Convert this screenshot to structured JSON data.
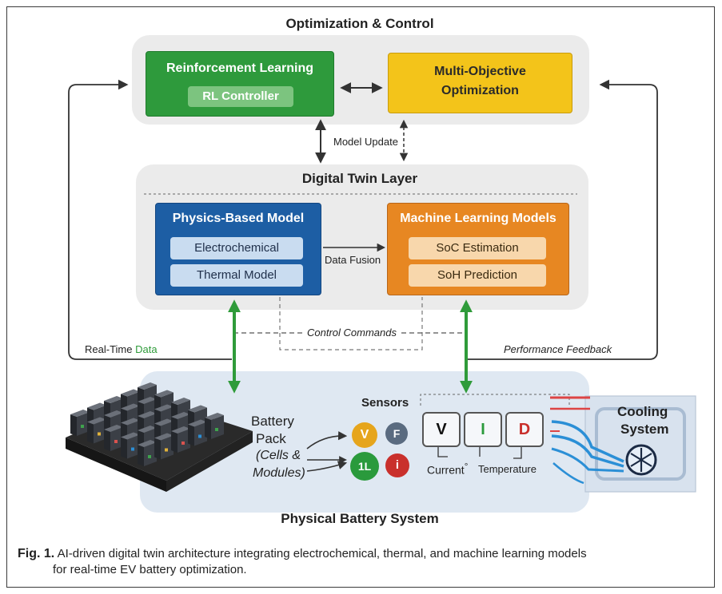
{
  "titles": {
    "optimization": "Optimization & Control",
    "digital_twin": "Digital Twin Layer",
    "physical": "Physical Battery System"
  },
  "rl": {
    "title": "Reinforcement Learning",
    "chip": "RL Controller"
  },
  "moo": {
    "line1": "Multi-Objective",
    "line2": "Optimization"
  },
  "physics": {
    "title": "Physics-Based Model",
    "chips": [
      "Electrochemical",
      "Thermal Model"
    ]
  },
  "ml": {
    "title": "Machine Learning Models",
    "chips": [
      "SoC Estimation",
      "SoH Prediction"
    ]
  },
  "labels": {
    "model_update": "Model Update",
    "data_fusion": "Data Fusion",
    "control_commands": "Control Commands",
    "real_time_prefix": "Real-Time",
    "real_time_suffix": "Data",
    "performance_feedback": "Performance Feedback"
  },
  "battery": {
    "line1": "Battery",
    "line2": "Pack",
    "line3": "(Cells &",
    "line4": "Modules)"
  },
  "sensors": {
    "title": "Sensors",
    "icons": [
      "V",
      "F",
      "1L",
      "i"
    ],
    "gauges": [
      "V",
      "I",
      "D"
    ],
    "current": "Current",
    "current_mark": "°",
    "temperature": "Temperature"
  },
  "cooling": {
    "line1": "Cooling",
    "line2": "System"
  },
  "caption": {
    "prefix": "Fig. 1.",
    "line1": "AI-driven digital twin architecture integrating electrochemical, thermal, and machine learning models",
    "line2": "for real-time EV battery optimization."
  },
  "colors": {
    "rl_green": "#2e9a3c",
    "moo_yellow": "#f3c41a",
    "physics_blue": "#1d5ea4",
    "ml_orange": "#e78722",
    "link_green": "#2f9b3a"
  }
}
